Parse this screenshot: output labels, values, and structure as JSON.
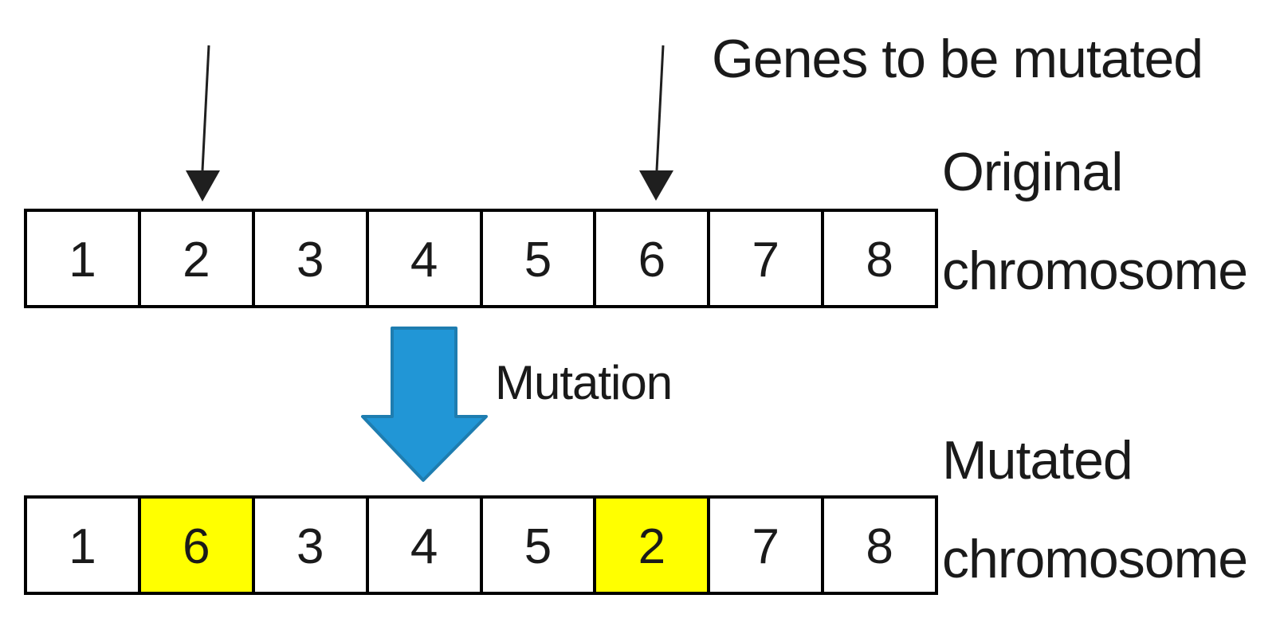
{
  "title": "Genetic algorithm mutation diagram",
  "labels": {
    "genes_pointer": "Genes to be mutated",
    "mutation": "Mutation",
    "original_line1": "Original",
    "original_line2": "chromosome",
    "mutated_line1": "Mutated",
    "mutated_line2": "chromosome"
  },
  "original_chromosome": {
    "genes": [
      "1",
      "2",
      "3",
      "4",
      "5",
      "6",
      "7",
      "8"
    ],
    "highlighted_indices": []
  },
  "mutated_chromosome": {
    "genes": [
      "1",
      "6",
      "3",
      "4",
      "5",
      "2",
      "7",
      "8"
    ],
    "highlighted_indices": [
      1,
      5
    ]
  },
  "icons": {
    "gene_pointer_arrow": "thin-down-arrow",
    "mutation_arrow": "block-down-arrow"
  },
  "colors": {
    "background": "#FFFFFF",
    "text": "#1A1A1A",
    "cell_border": "#000000",
    "highlight_yellow": "#FFFF00",
    "thin_arrow": "#1F1F1F",
    "mutation_arrow_fill": "#2196D6",
    "mutation_arrow_border": "#1E7DB0"
  }
}
